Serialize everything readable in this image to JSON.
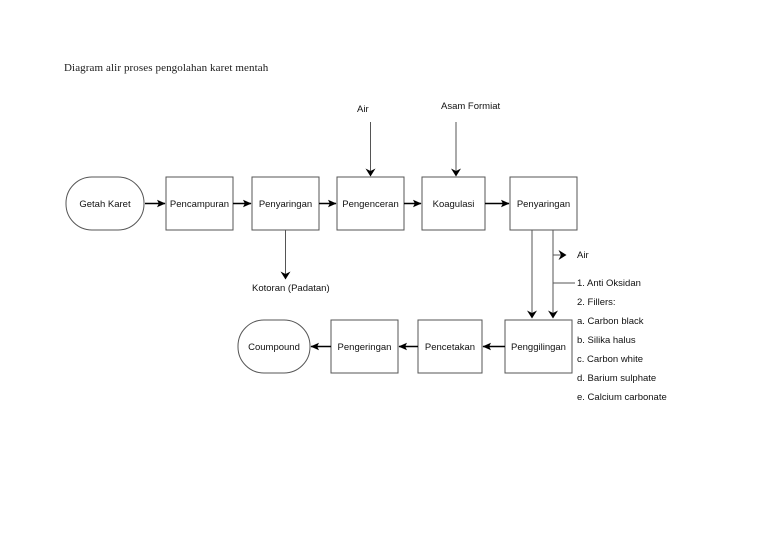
{
  "document": {
    "title": "Diagram alir proses pengolahan karet mentah"
  },
  "colors": {
    "background": "#ffffff",
    "box_stroke": "#555555",
    "arrow": "#000000",
    "text": "#111111"
  },
  "flow": {
    "top_row": [
      {
        "id": "getah-karet",
        "label": "Getah Karet",
        "shape": "terminator"
      },
      {
        "id": "pencampuran",
        "label": "Pencampuran",
        "shape": "process"
      },
      {
        "id": "penyaringan-1",
        "label": "Penyaringan",
        "shape": "process"
      },
      {
        "id": "pengenceran",
        "label": "Pengenceran",
        "shape": "process"
      },
      {
        "id": "koagulasi",
        "label": "Koagulasi",
        "shape": "process"
      },
      {
        "id": "penyaringan-2",
        "label": "Penyaringan",
        "shape": "process"
      }
    ],
    "bottom_row": [
      {
        "id": "coumpound",
        "label": "Coumpound",
        "shape": "terminator"
      },
      {
        "id": "pengeringan",
        "label": "Pengeringan",
        "shape": "process"
      },
      {
        "id": "pencetakan",
        "label": "Pencetakan",
        "shape": "process"
      },
      {
        "id": "penggilingan",
        "label": "Penggilingan",
        "shape": "process"
      }
    ],
    "inputs": [
      {
        "id": "air-pengenceran",
        "label": "Air",
        "target": "pengenceran"
      },
      {
        "id": "asam-formiat",
        "label": "Asam Formiat",
        "target": "koagulasi"
      }
    ],
    "outputs": [
      {
        "id": "kotoran",
        "label": "Kotoran (Padatan)",
        "source": "penyaringan-1"
      },
      {
        "id": "air-penyaringan",
        "label": "Air",
        "source": "penyaringan-2"
      }
    ],
    "additives": {
      "target": "penggilingan",
      "items": [
        "1. Anti Oksidan",
        "2. Fillers:",
        "a. Carbon black",
        "b. Silika halus",
        "c. Carbon white",
        "d. Barium sulphate",
        "e. Calcium carbonate"
      ]
    }
  }
}
